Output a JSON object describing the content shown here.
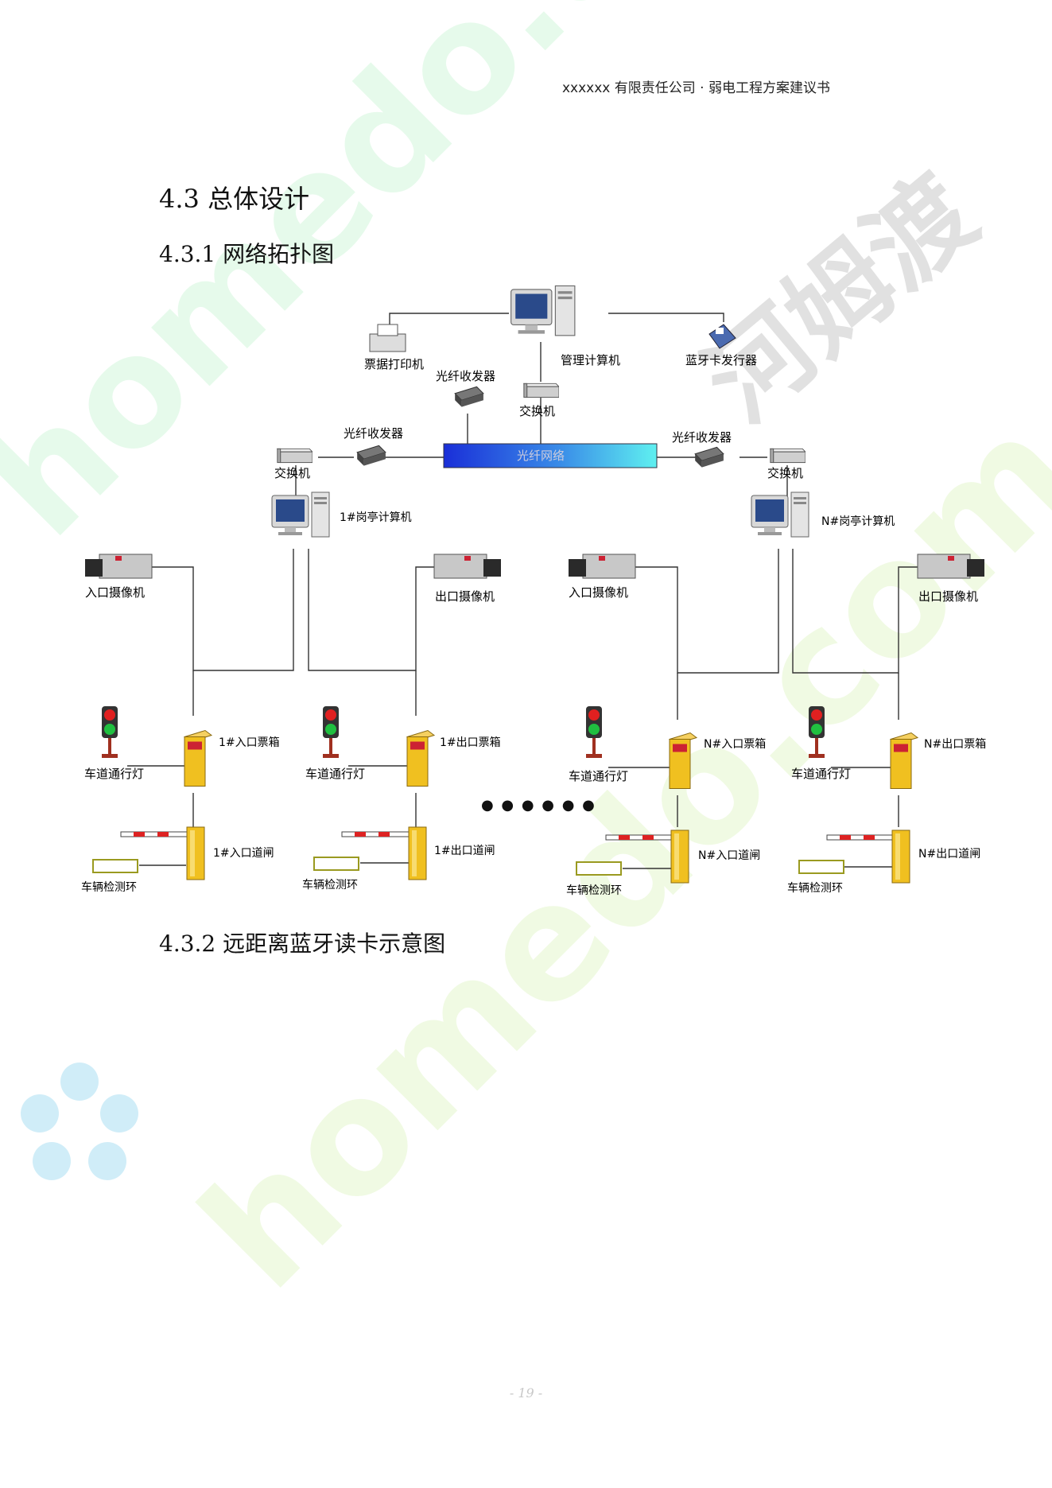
{
  "header": {
    "text": "xxxxxx 有限责任公司 · 弱电工程方案建议书"
  },
  "section": {
    "title": "4.3 总体设计",
    "sub1": "4.3.1 网络拓扑图",
    "sub2": "4.3.2 远距离蓝牙读卡示意图"
  },
  "diagram": {
    "center": {
      "management_pc": "管理计算机",
      "ticket_printer": "票据打印机",
      "bluetooth_issuer": "蓝牙卡发行器",
      "fiber_transceiver": "光纤收发器",
      "switch": "交换机",
      "fiber_network": "光纤网络"
    },
    "left": {
      "fiber_transceiver": "光纤收发器",
      "switch": "交换机",
      "booth_pc": "1#岗亭计算机",
      "entry_camera": "入口摄像机",
      "exit_camera": "出口摄像机",
      "entry_box": "1#入口票箱",
      "exit_box": "1#出口票箱",
      "light_a": "车道通行灯",
      "light_b": "车道通行灯",
      "entry_gate": "1#入口道闸",
      "exit_gate": "1#出口道闸",
      "loop_a": "车辆检测环",
      "loop_b": "车辆检测环"
    },
    "right": {
      "fiber_transceiver": "光纤收发器",
      "switch": "交换机",
      "booth_pc": "N#岗亭计算机",
      "entry_camera": "入口摄像机",
      "exit_camera": "出口摄像机",
      "entry_box": "N#入口票箱",
      "exit_box": "N#出口票箱",
      "light_a": "车道通行灯",
      "light_b": "车道通行灯",
      "entry_gate": "N#入口道闸",
      "exit_gate": "N#出口道闸",
      "loop_a": "车辆检测环",
      "loop_b": "车辆检测环"
    },
    "ellipsis": "● ● ● ● ● ●"
  },
  "watermarks": [
    "homedo.com",
    "homedo.com",
    "河姆渡"
  ],
  "footer": {
    "page": "- 19 -"
  },
  "colors": {
    "fiber": "#1e3adc",
    "gate": "#f0c020",
    "light_red": "#e02020",
    "light_green": "#20c040"
  }
}
